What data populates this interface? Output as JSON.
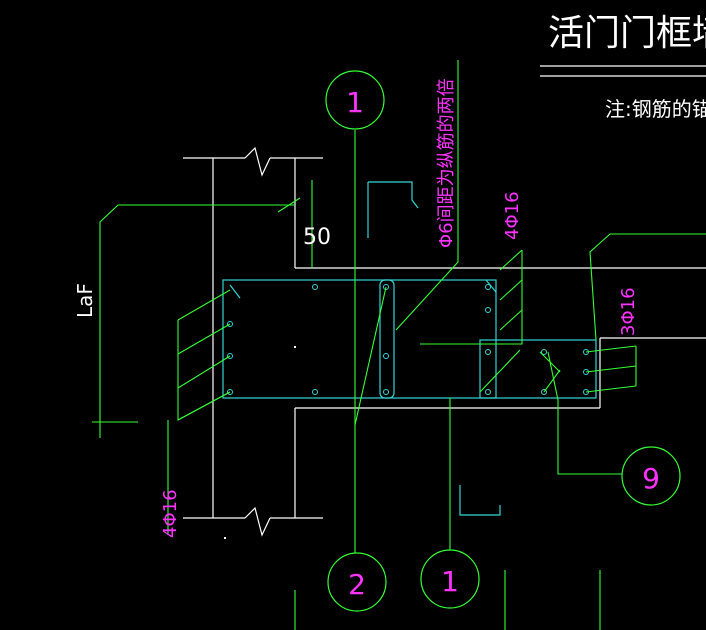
{
  "title": "活门门框墙",
  "note": "注:钢筋的锚固",
  "labels": {
    "laf": "LaF",
    "dim_50": "50",
    "stirrup_note": "Φ6间距为纵筋的两倍",
    "rebar_4phi16_top": "4Φ16",
    "rebar_4phi16_bottom": "4Φ16",
    "rebar_3phi16": "3Φ16"
  },
  "callouts": [
    {
      "id": "callout-1-top",
      "text": "1"
    },
    {
      "id": "callout-2-bottom",
      "text": "2"
    },
    {
      "id": "callout-1-bottom",
      "text": "1"
    },
    {
      "id": "callout-9",
      "text": "9"
    }
  ],
  "colors": {
    "background": "#000000",
    "line_white": "#ffffff",
    "line_green": "#33ff33",
    "line_cyan": "#33d6d6",
    "text_magenta": "#ff33ff",
    "callout_text": "#ff33ff"
  }
}
